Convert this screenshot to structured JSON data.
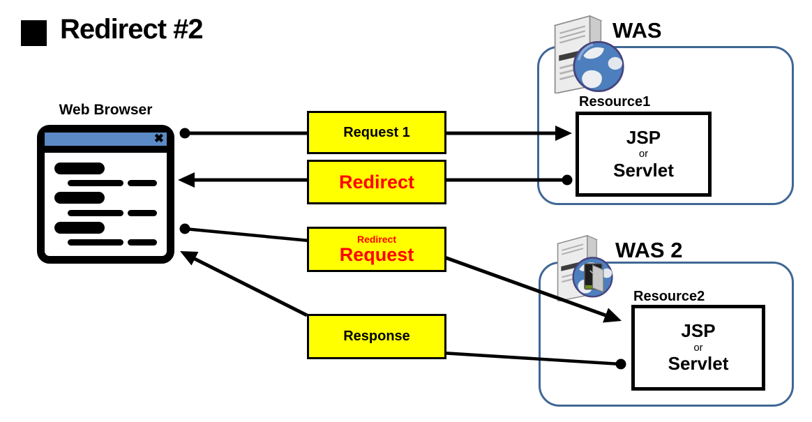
{
  "title": {
    "bullet": "black-square",
    "text": "Redirect #2"
  },
  "browser": {
    "label": "Web Browser",
    "close_glyph": "✖"
  },
  "flow_boxes": {
    "request1": {
      "label": "Request 1",
      "text_color": "#000000"
    },
    "redirect": {
      "label": "Redirect",
      "text_color": "#ff0000"
    },
    "redirect_request": {
      "line1": "Redirect",
      "line2": "Request",
      "text_color": "#ff0000"
    },
    "response": {
      "label": "Response",
      "text_color": "#000000"
    }
  },
  "was1": {
    "title": "WAS",
    "resource_label": "Resource1",
    "resource_box": {
      "line1": "JSP",
      "line2": "or",
      "line3": "Servlet"
    }
  },
  "was2": {
    "title": "WAS 2",
    "resource_label": "Resource2",
    "resource_box": {
      "line1": "JSP",
      "line2": "or",
      "line3": "Servlet"
    }
  },
  "colors": {
    "flow_box_fill": "#ffff00",
    "alert_text_red": "#ff0000",
    "browser_titlebar_blue": "#5b8ac6",
    "was_border_blue": "#3f6795",
    "connector_black": "#000000"
  }
}
